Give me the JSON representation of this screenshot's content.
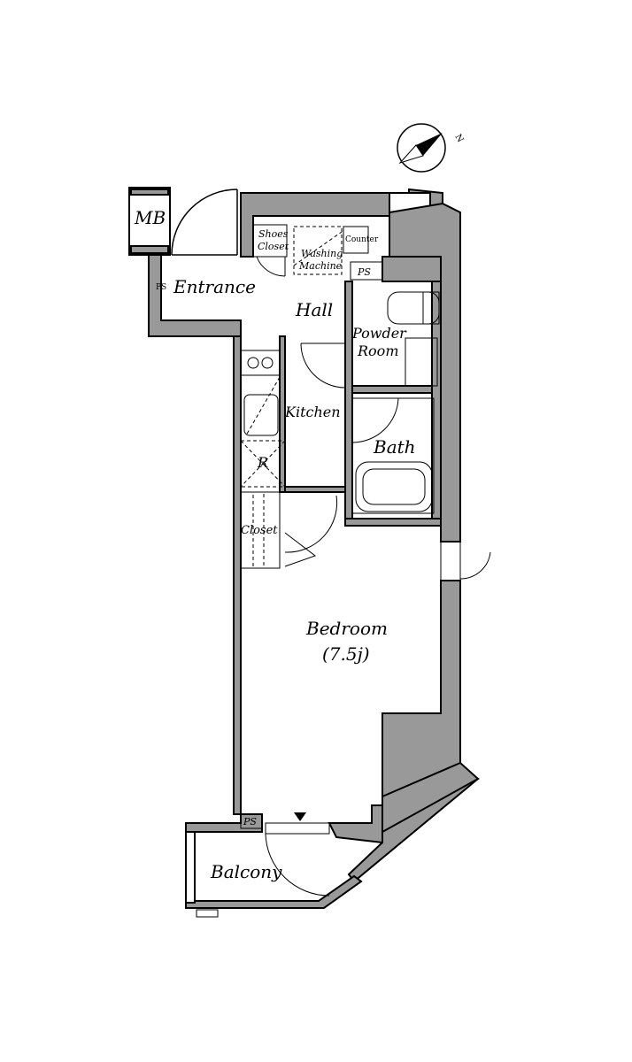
{
  "compass": {
    "label": "N"
  },
  "rooms": {
    "mb": "MB",
    "entrance": "Entrance",
    "hall": "Hall",
    "shoes_closet_line1": "Shoes",
    "shoes_closet_line2": "Closet",
    "washing_line1": "Washing",
    "washing_line2": "Machine",
    "counter": "Counter",
    "ps_top": "PS",
    "ps_entrance": "PS",
    "powder_line1": "Powder",
    "powder_line2": "Room",
    "kitchen": "Kitchen",
    "bath": "Bath",
    "refrigerator": "R",
    "closet": "Closet",
    "bedroom": "Bedroom",
    "bedroom_size": "(7.5j)",
    "ps_bottom": "PS",
    "balcony": "Balcony"
  }
}
